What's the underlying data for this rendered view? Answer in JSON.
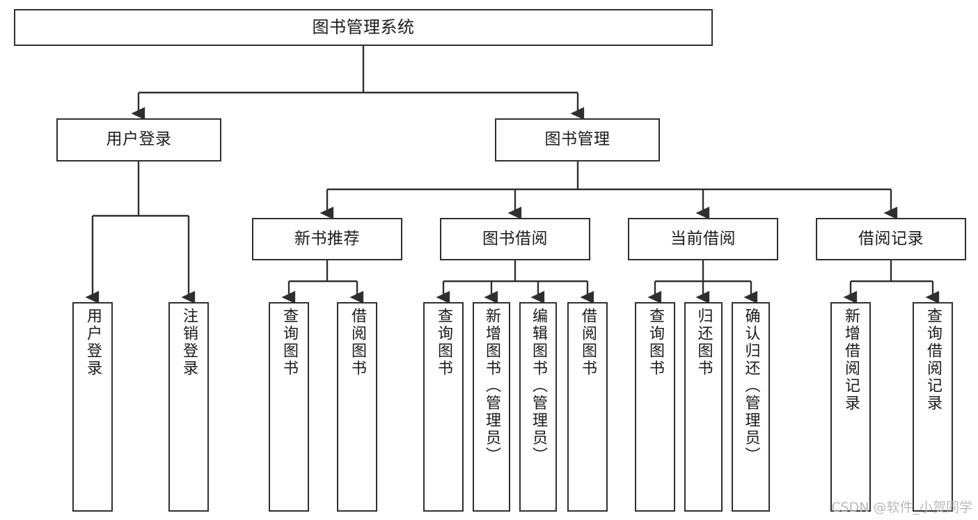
{
  "diagram": {
    "type": "tree-hierarchy",
    "title": "图书管理系统",
    "stroke_color": "#2f2f2f",
    "background_color": "#ffffff",
    "text_color": "#1a1a1a",
    "levels": {
      "root": {
        "label": "图书管理系统"
      },
      "level2": [
        {
          "label": "用户登录"
        },
        {
          "label": "图书管理"
        }
      ],
      "level3": [
        {
          "label": "新书推荐"
        },
        {
          "label": "图书借阅"
        },
        {
          "label": "当前借阅"
        },
        {
          "label": "借阅记录"
        }
      ],
      "leaves": {
        "user_login": [
          {
            "label": "用户登录"
          },
          {
            "label": "注销登录"
          }
        ],
        "new_book_recommend": [
          {
            "label": "查询图书"
          },
          {
            "label": "借阅图书"
          }
        ],
        "book_borrow": [
          {
            "label": "查询图书"
          },
          {
            "label": "新增图书（管理员）"
          },
          {
            "label": "编辑图书（管理员）"
          },
          {
            "label": "借阅图书"
          }
        ],
        "current_borrow": [
          {
            "label": "查询图书"
          },
          {
            "label": "归还图书"
          },
          {
            "label": "确认归还（管理员）"
          }
        ],
        "borrow_record": [
          {
            "label": "新增借阅记录"
          },
          {
            "label": "查询借阅记录"
          }
        ]
      }
    }
  },
  "watermark": {
    "text": "CSDN @软件_小贺同学",
    "color": "#b9b9b9"
  }
}
